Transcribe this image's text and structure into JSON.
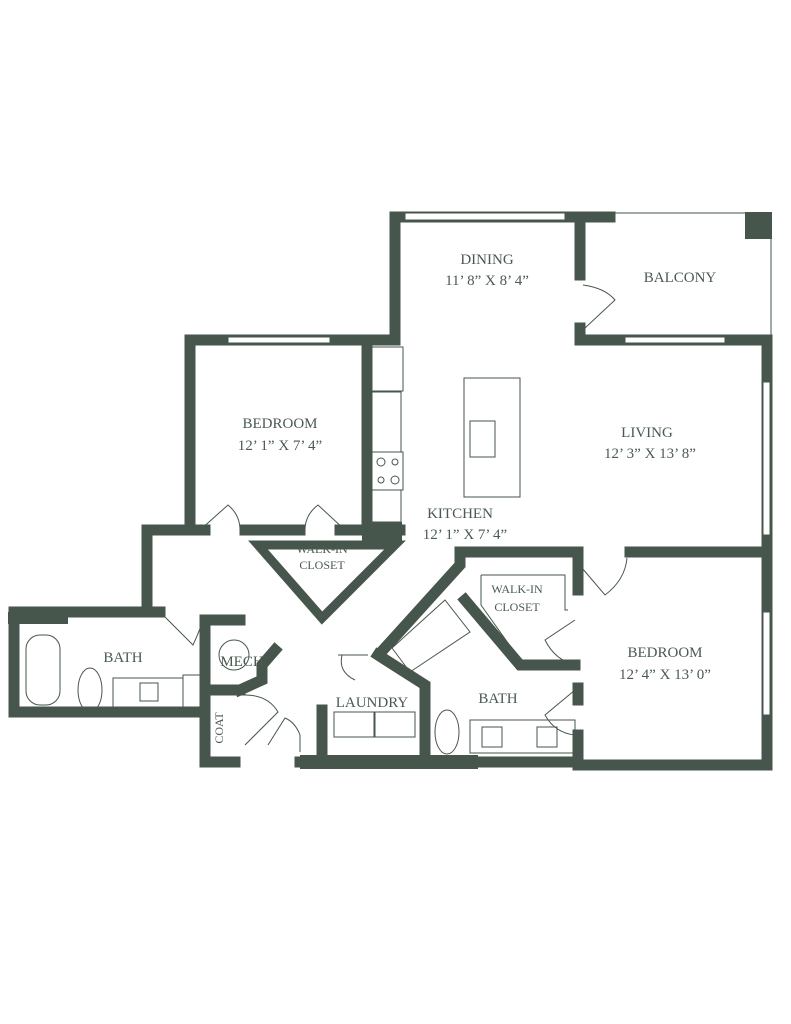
{
  "rooms": {
    "dining": {
      "name": "DINING",
      "size": "11’ 8” X 8’ 4”"
    },
    "balcony": {
      "name": "BALCONY"
    },
    "bedroom1": {
      "name": "BEDROOM",
      "size": "12’ 1” X 7’ 4”"
    },
    "living": {
      "name": "LIVING",
      "size": "12’ 3” X 13’ 8”"
    },
    "kitchen": {
      "name": "KITCHEN",
      "size": "12’ 1” X 7’ 4”"
    },
    "walkin1": {
      "line1": "WALK-IN",
      "line2": "CLOSET"
    },
    "walkin2": {
      "line1": "WALK-IN",
      "line2": "CLOSET"
    },
    "bedroom2": {
      "name": "BEDROOM",
      "size": "12’ 4” X 13’ 0”"
    },
    "bath1": {
      "name": "BATH"
    },
    "bath2": {
      "name": "BATH"
    },
    "mech": {
      "name": "MECH"
    },
    "coat": {
      "name": "COAT"
    },
    "laundry": {
      "name": "LAUNDRY"
    }
  },
  "colors": {
    "wall": "#46564c",
    "text": "#4a5a50"
  }
}
